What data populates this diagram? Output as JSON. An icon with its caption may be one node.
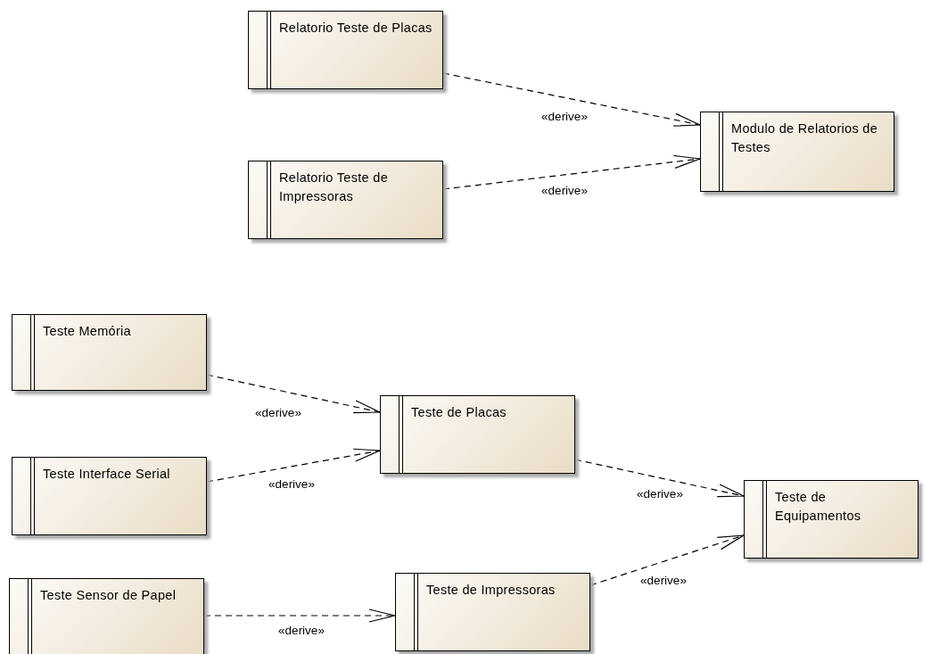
{
  "diagram": {
    "nodes": [
      {
        "text": [
          "Relatorio Teste de Placas"
        ]
      },
      {
        "text": [
          "Relatorio Teste de Impressoras"
        ]
      },
      {
        "text": [
          "Modulo de Relatorios de Testes"
        ]
      },
      {
        "text": [
          "Teste Memória"
        ]
      },
      {
        "text": [
          "Teste de Placas"
        ]
      },
      {
        "text": [
          "Teste Interface Serial"
        ]
      },
      {
        "text": [
          "Teste de Equipamentos"
        ]
      },
      {
        "text": [
          "Teste Sensor de Papel"
        ]
      },
      {
        "text": [
          "Teste de Impressoras"
        ]
      }
    ],
    "edges": [
      {
        "from": 0,
        "to": 2,
        "arrow": "to",
        "label": "«derive»",
        "style": "dashed"
      },
      {
        "from": 1,
        "to": 2,
        "arrow": "to",
        "label": "«derive»",
        "style": "dashed"
      },
      {
        "from": 3,
        "to": 4,
        "arrow": "to",
        "label": "«derive»",
        "style": "dashed"
      },
      {
        "from": 5,
        "to": 4,
        "arrow": "to",
        "label": "«derive»",
        "style": "dashed"
      },
      {
        "from": 4,
        "to": 6,
        "arrow": "to",
        "label": "«derive»",
        "style": "dashed"
      },
      {
        "from": 8,
        "to": 6,
        "arrow": "to",
        "label": "«derive»",
        "style": "dashed"
      },
      {
        "from": 7,
        "to": 8,
        "arrow": "to",
        "label": "«derive»",
        "style": "dashed"
      }
    ]
  }
}
